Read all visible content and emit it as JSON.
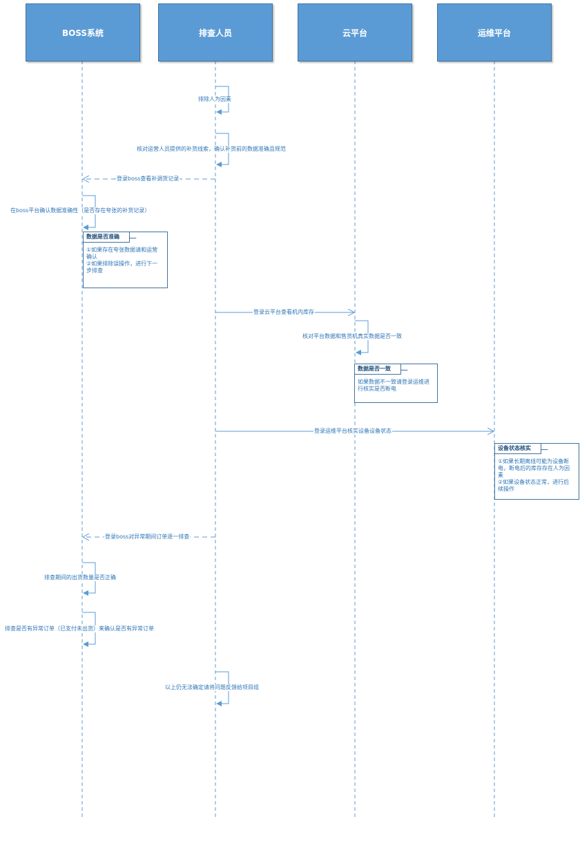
{
  "participants": [
    {
      "name": "BOSS系统"
    },
    {
      "name": "排查人员"
    },
    {
      "name": "云平台"
    },
    {
      "name": "运维平台"
    }
  ],
  "messages": [
    {
      "text": "排除人为因素",
      "type": "self"
    },
    {
      "text": "核对运营人员提供的补货线索，确认补货前的数据准确且规范",
      "type": "self"
    },
    {
      "text": "登录boss查看补调货记录",
      "type": "dashed"
    },
    {
      "text": "在boss平台确认数据准确性（是否存在夸张的补货记录）",
      "type": "self"
    },
    {
      "text": "登录云平台查看机内库存",
      "type": "solid"
    },
    {
      "text": "核对平台数据和售货机真实数据是否一致",
      "type": "self"
    },
    {
      "text": "登录运维平台核实设备设备状态",
      "type": "solid"
    },
    {
      "text": "登录boss对异常期间订单逐一排查",
      "type": "dashed"
    },
    {
      "text": "排查期间的出货数量是否正确",
      "type": "self"
    },
    {
      "text": "排查是否有异常订单（已支付未出货）来确认是否有异常订单",
      "type": "self"
    },
    {
      "text": "以上仍无法确定请将问题反馈给项目组",
      "type": "self"
    }
  ],
  "notes": [
    {
      "title": "数据是否准确",
      "lines": [
        "①如果存在夸张数据请和运营",
        "确认",
        "②如果排除误操作，进行下一",
        "步排查"
      ]
    },
    {
      "title": "数据是否一致",
      "lines": [
        "如果数据不一致请登录运维进",
        "行核实是否断电"
      ]
    },
    {
      "title": "设备状态核实",
      "lines": [
        "①如果长期离线可能为设备断",
        "电，断电后的库存存在人为因",
        "素",
        "②如果设备状态正常，进行后",
        "续操作"
      ]
    }
  ],
  "colors": {
    "participant_fill": "#5b9bd5",
    "participant_border": "#41719c",
    "line": "#5b9bd5",
    "text": "#2e75b6"
  }
}
